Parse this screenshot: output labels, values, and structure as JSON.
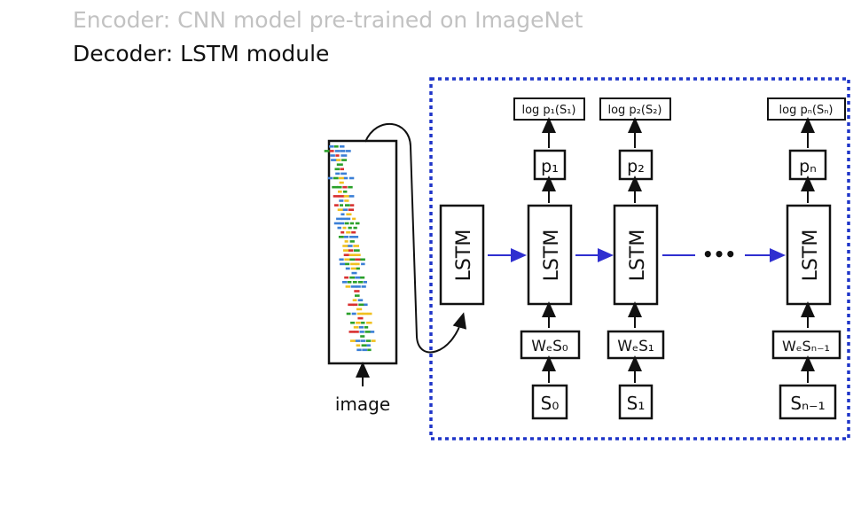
{
  "title_lines": {
    "encoder": "Encoder: CNN model pre-trained on ImageNet",
    "decoder": "Decoder: LSTM module"
  },
  "diagram": {
    "image_label": "image",
    "lstm_label": "LSTM",
    "ellipsis": "•••",
    "columns": [
      {
        "log": "log p₁(S₁)",
        "p": "p₁",
        "embed": "WₑS₀",
        "input": "S₀"
      },
      {
        "log": "log p₂(S₂)",
        "p": "p₂",
        "embed": "WₑS₁",
        "input": "S₁"
      },
      {
        "log": "log pₙ(Sₙ)",
        "p": "pₙ",
        "embed": "WₑSₙ₋₁",
        "input": "Sₙ₋₁"
      }
    ],
    "colors": {
      "dashed_border": "#1f35c8",
      "arrow_blue": "#2f2fd0",
      "cnn_blue": "#3b7fd6",
      "cnn_green": "#2aa02a",
      "cnn_yellow": "#f0c020",
      "cnn_red": "#d83030"
    }
  }
}
